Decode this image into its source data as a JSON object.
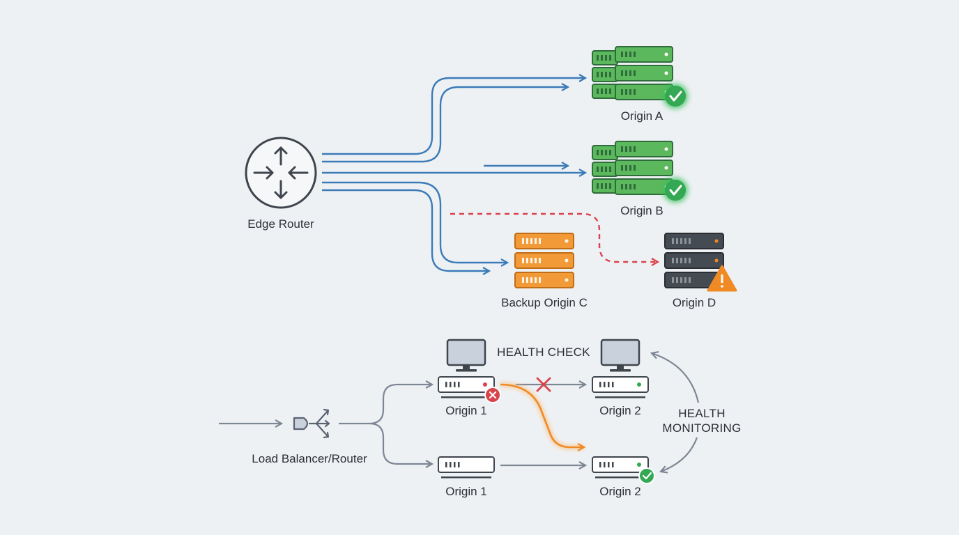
{
  "colors": {
    "background": "#eef1f4",
    "flow_blue": "#3b7bb8",
    "healthy_green": "#34a853",
    "server_green": "#5cb85c",
    "backup_orange": "#f29a38",
    "failed_red": "#d9434a",
    "warning_orange": "#f08a24",
    "down_dark": "#3f454d",
    "gray_line": "#7d8794"
  },
  "top": {
    "edge_router": "Edge Router",
    "origin_a": "Origin A",
    "origin_b": "Origin B",
    "backup_origin_c": "Backup Origin C",
    "origin_d": "Origin D"
  },
  "bottom": {
    "health_check": "HEALTH CHECK",
    "health_monitoring_line1": "HEALTH",
    "health_monitoring_line2": "MONITORING",
    "load_balancer": "Load Balancer/Router",
    "top_left_origin": "Origin 1",
    "top_right_origin": "Origin 2",
    "bottom_left_origin": "Origin 1",
    "bottom_right_origin": "Origin 2"
  }
}
